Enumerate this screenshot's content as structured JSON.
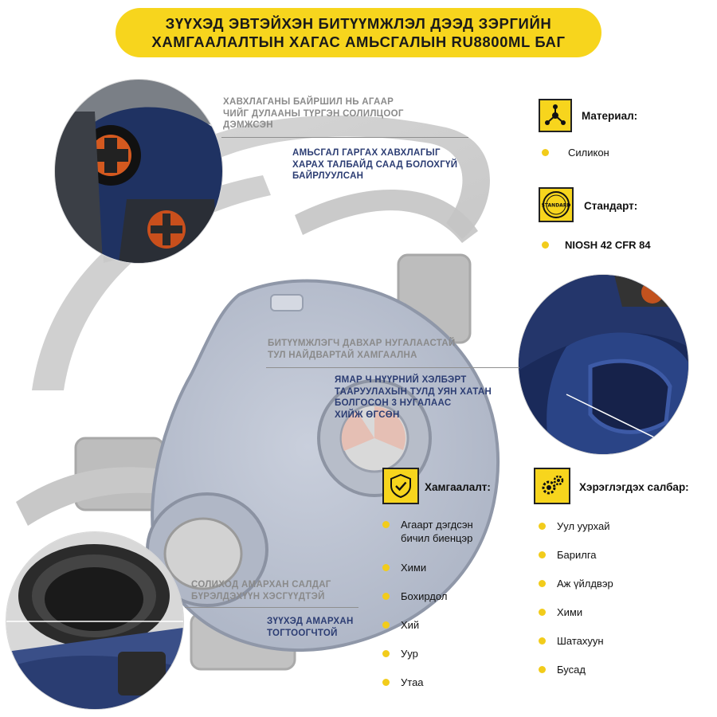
{
  "title": {
    "line1": "ЗҮҮХЭД ЭВТЭЙХЭН БИТҮҮМЖЛЭЛ ДЭЭД ЗЭРГИЙН",
    "line2": "ХАМГААЛАЛТЫН ХАГАС АМЬСГАЛЫН RU8800ML БАГ"
  },
  "notes": {
    "valve_location": [
      "ХАВХЛАГАНЫ БАЙРШИЛ НЬ АГААР",
      "ЧИЙГ ДУЛААНЫ ТҮРГЭН СОЛИЛЦООГ",
      "ДЭМЖСЭН"
    ],
    "exhale_valve": [
      "АМЬСГАЛ ГАРГАХ ХАВХЛАГЫГ",
      "ХАРАХ ТАЛБАЙД СААД БОЛОХГҮЙ",
      "БАЙРЛУУЛСАН"
    ],
    "seal": [
      "БИТҮҮМЖЛЭГЧ ДАВХАР  НУГАЛААСТАЙ",
      "ТУЛ НАЙДВАРТАЙ ХАМГААЛНА"
    ],
    "fit": [
      "ЯМАР Ч НҮҮРНИЙ ХЭЛБЭРТ",
      "ТААРУУЛАХЫН ТУЛД УЯН ХАТАН",
      "БОЛГОСОН 3 НУГАЛААС",
      "ХИЙЖ ӨГСӨН"
    ],
    "filter_thread": [
      "СОЛИХОД АМАРХАН САЛДАГ",
      "БҮРЭЛДЭХҮҮН ХЭСГҮҮДТЭЙ"
    ],
    "harness": [
      "ЗҮҮХЭД АМАРХАН",
      "ТОГТООГЧТОЙ"
    ]
  },
  "material": {
    "title": "Материал:",
    "items": [
      "Силикон"
    ],
    "icon": "molecule-icon"
  },
  "standard": {
    "title": "Стандарт:",
    "items": [
      "NIOSH 42 CFR 84"
    ],
    "icon": "standard-badge-icon",
    "badge_text": "STANDARD"
  },
  "protection": {
    "title": "Хамгаалалт:",
    "icon": "shield-check-icon",
    "items": [
      "Агаарт дэгдсэн\nбичил биенцэр",
      "Хими",
      "Бохирдол",
      "Хий",
      "Уур",
      "Утаа"
    ]
  },
  "applications": {
    "title": "Хэрэглэгдэх салбар:",
    "icon": "gears-icon",
    "items": [
      "Уул уурхай",
      "Барилга",
      "Аж үйлдвэр",
      "Хими",
      "Шатахуун",
      "Бусад"
    ]
  },
  "colors": {
    "accent": "#f7d51d",
    "navy": "#2c3d73",
    "gray_text": "#8a8a8a",
    "mask_blue": "#2f4a8c"
  }
}
